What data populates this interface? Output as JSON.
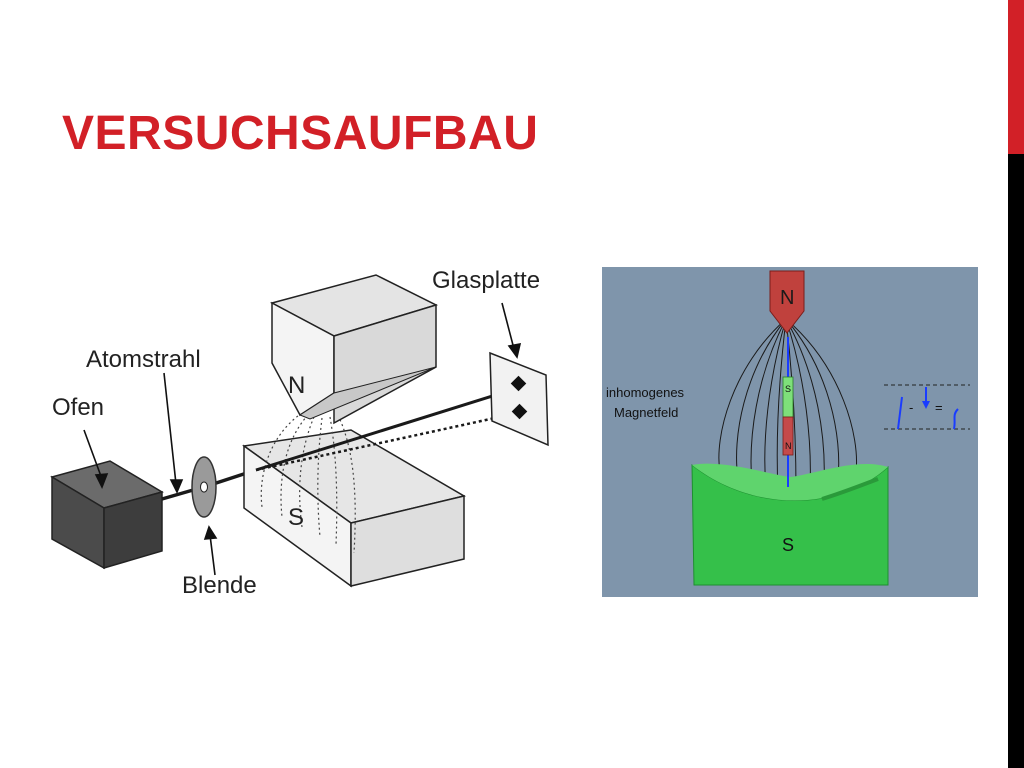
{
  "slide": {
    "title": "VERSUCHSAUFBAU",
    "accent_color": "#d22027",
    "side_bar_color": "#000000"
  },
  "apparatus_diagram": {
    "labels": {
      "oven": "Ofen",
      "atom_beam": "Atomstrahl",
      "aperture": "Blende",
      "glass_plate": "Glasplatte",
      "north_pole": "N",
      "south_pole": "S"
    }
  },
  "field_diagram": {
    "background_color": "#7f95ab",
    "label_line1": "inhomogenes",
    "label_line2": "Magnetfeld",
    "north_pole": "N",
    "south_pole": "S",
    "dipole_top": "S",
    "dipole_bottom": "N",
    "force_minus": "-",
    "force_equals": "="
  }
}
